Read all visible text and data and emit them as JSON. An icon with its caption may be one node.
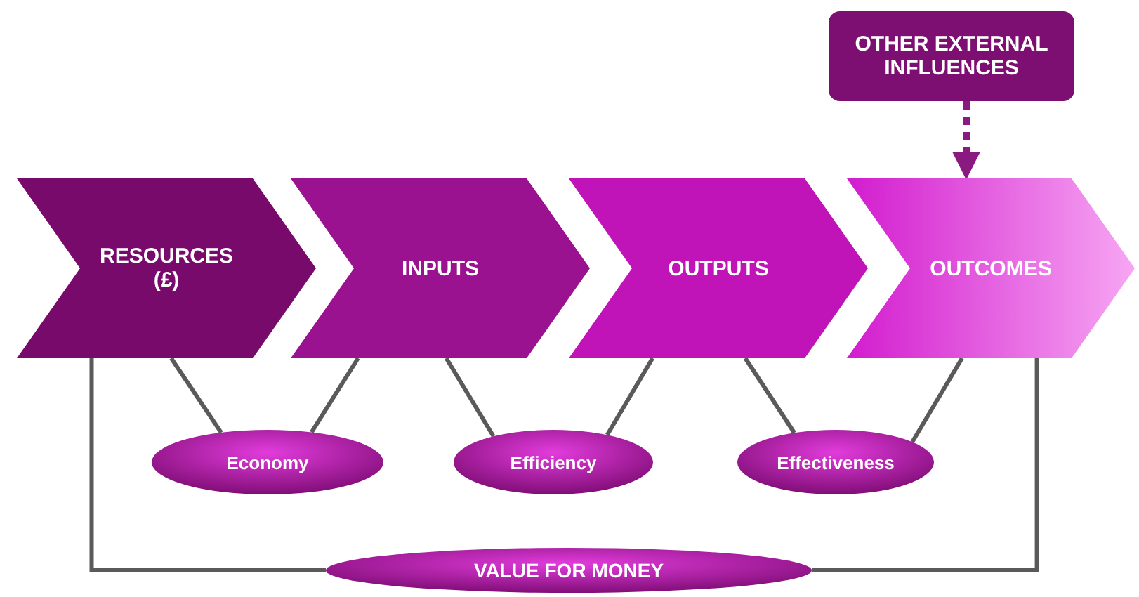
{
  "diagram": {
    "nodes": [
      {
        "text": [
          "OTHER EXTERNAL INFLUENCES"
        ]
      },
      {
        "text": [
          "RESOURCES (£)"
        ]
      },
      {
        "text": [
          "INPUTS"
        ]
      },
      {
        "text": [
          "OUTPUTS"
        ]
      },
      {
        "text": [
          "OUTCOMES"
        ]
      },
      {
        "text": [
          "Economy"
        ]
      },
      {
        "text": [
          "Efficiency"
        ]
      },
      {
        "text": [
          "Effectiveness"
        ]
      },
      {
        "text": [
          "VALUE FOR MONEY"
        ]
      }
    ],
    "edges": [
      {
        "from": 0,
        "to": 4,
        "arrow": "to",
        "style": "dashed",
        "color": "#8a1a80"
      },
      {
        "from": 1,
        "to": 5,
        "arrow": "none"
      },
      {
        "from": 2,
        "to": 5,
        "arrow": "none"
      },
      {
        "from": 2,
        "to": 6,
        "arrow": "none"
      },
      {
        "from": 3,
        "to": 6,
        "arrow": "none"
      },
      {
        "from": 3,
        "to": 7,
        "arrow": "none"
      },
      {
        "from": 4,
        "to": 7,
        "arrow": "none"
      },
      {
        "from": 1,
        "to": 8,
        "arrow": "none"
      },
      {
        "from": 4,
        "to": 8,
        "arrow": "none"
      }
    ]
  }
}
